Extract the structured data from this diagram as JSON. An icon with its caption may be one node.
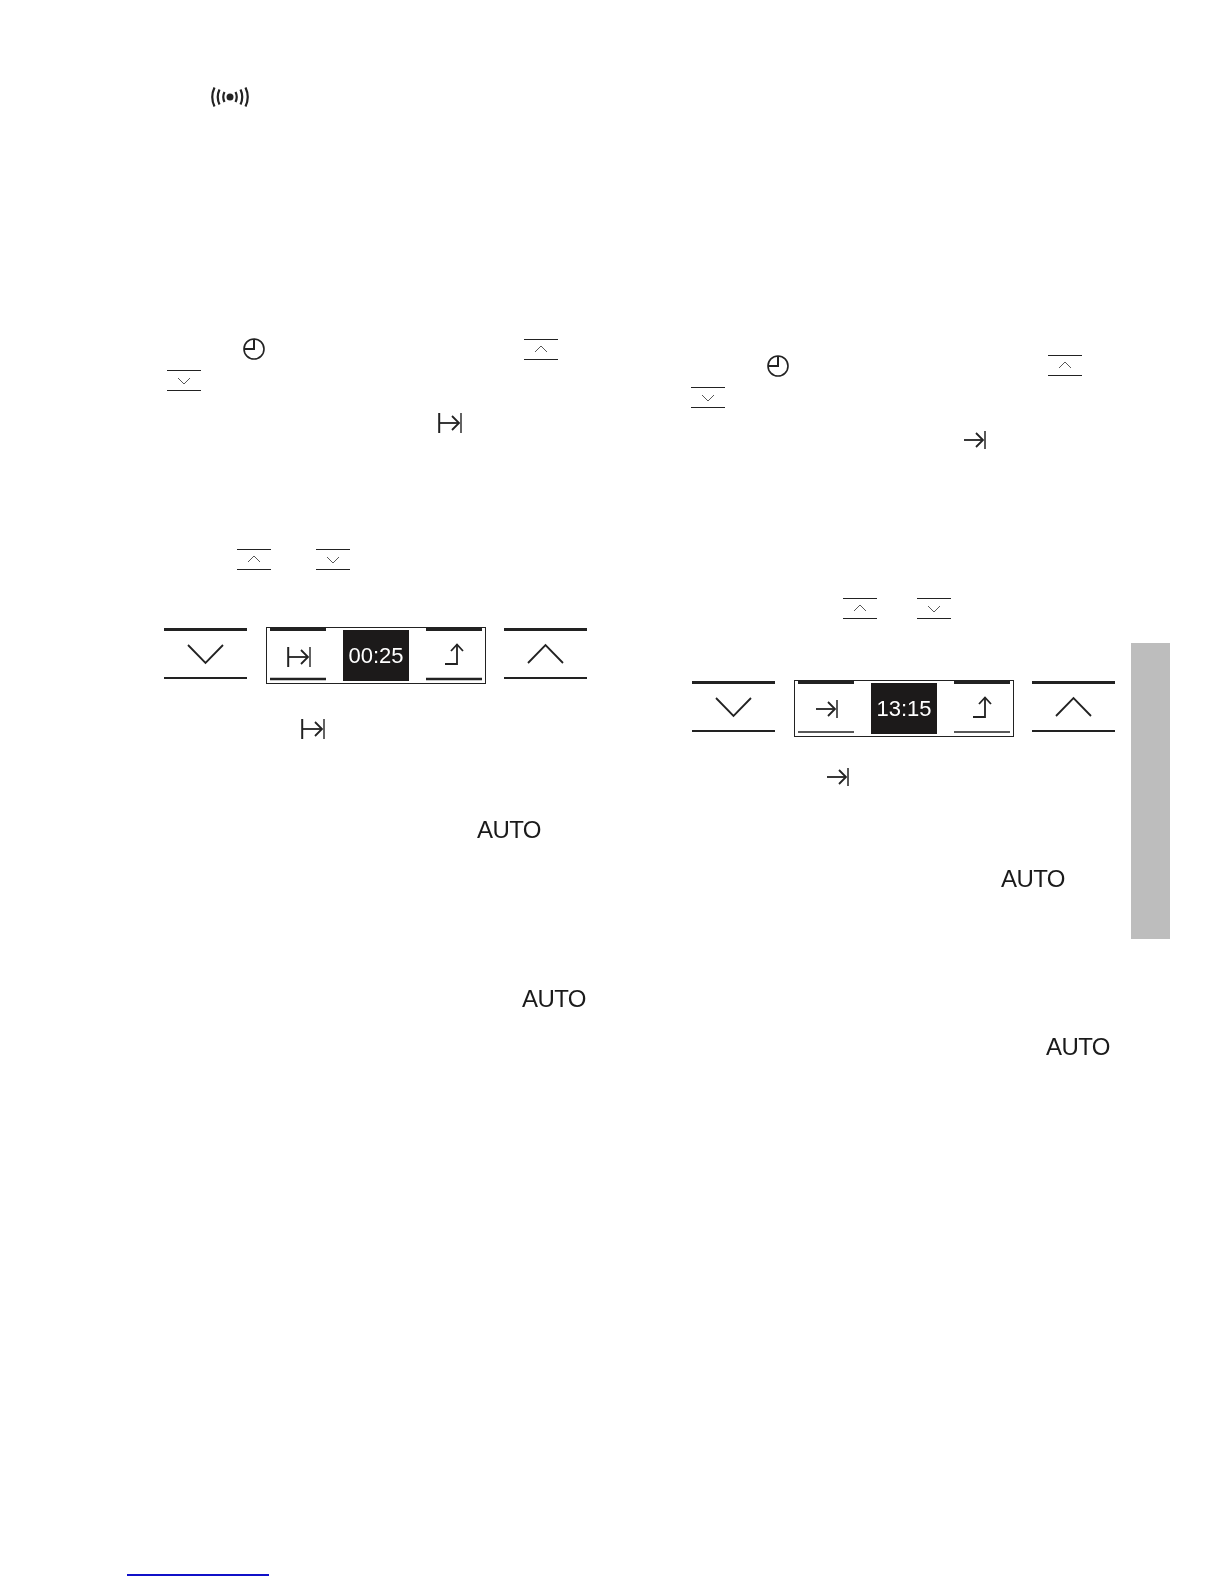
{
  "diagram": {
    "nodes": [
      {
        "text": [
          "00:25"
        ]
      },
      {
        "text": [
          "13:15"
        ]
      },
      {
        "text": [],
        "shape": "bar"
      }
    ],
    "labels": [
      "AUTO",
      "AUTO",
      "AUTO",
      "AUTO"
    ]
  }
}
